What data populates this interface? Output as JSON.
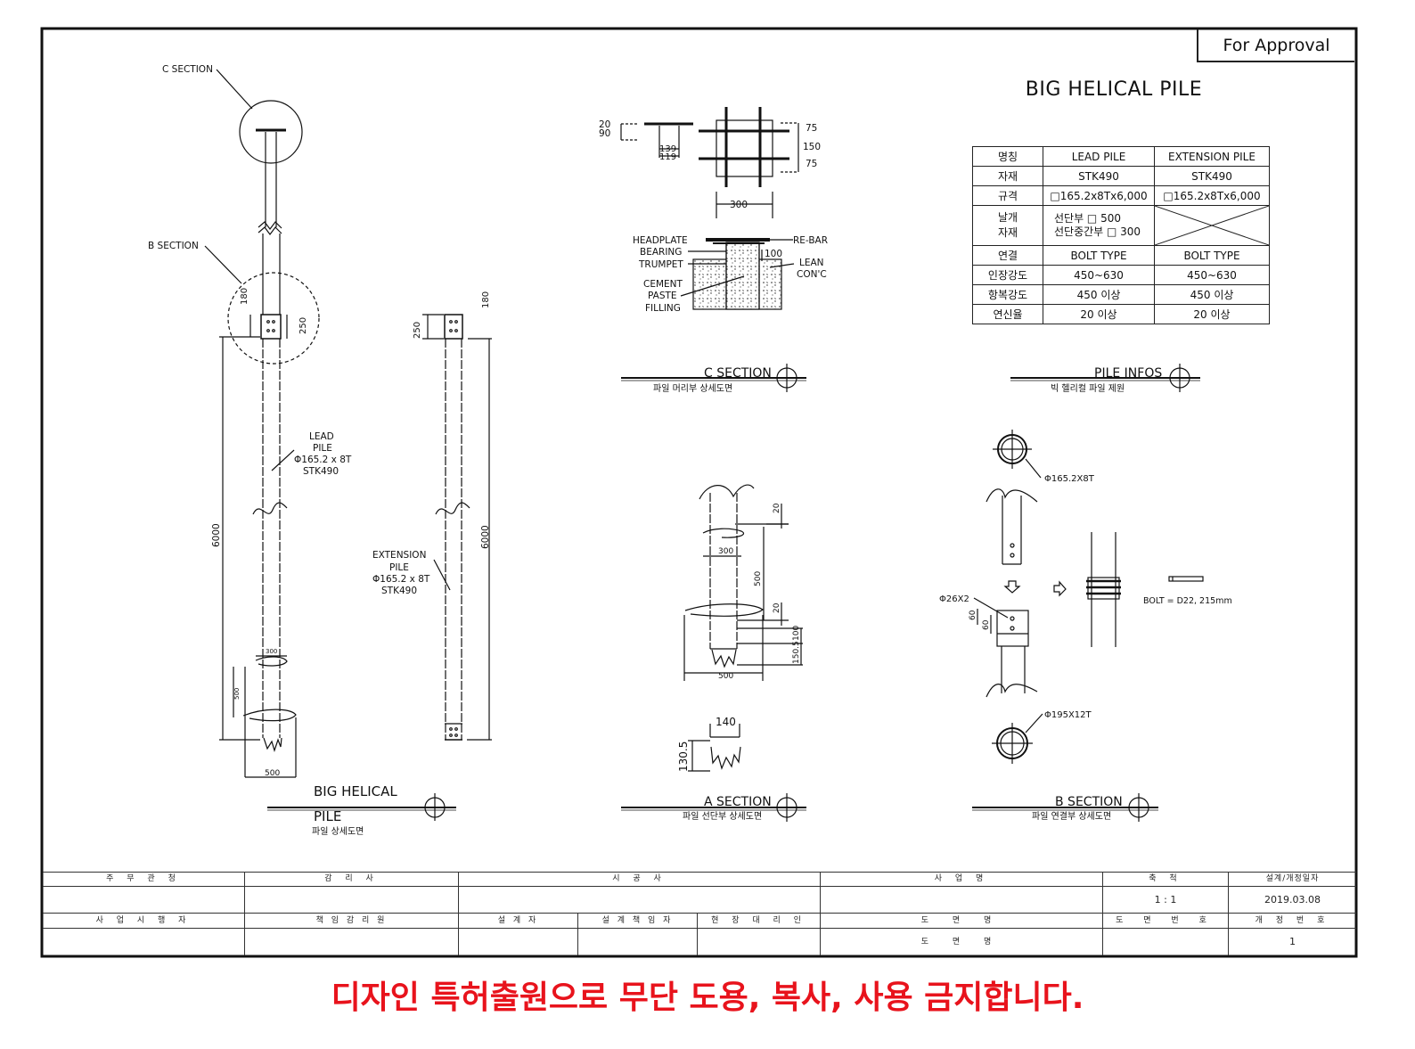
{
  "approval_label": "For Approval",
  "pile_title": "BIG HELICAL PILE",
  "spec_table": {
    "headers": [
      "명칭",
      "LEAD PILE",
      "EXTENSION PILE"
    ],
    "rows": [
      {
        "label": "자재",
        "lead": "STK490",
        "ext": "STK490"
      },
      {
        "label": "규격",
        "lead": "□165.2x8Tx6,000",
        "ext": "□165.2x8Tx6,000"
      },
      {
        "label": "날개\n자재",
        "lead": "선단부 □ 500\n선단중간부 □ 300",
        "ext": ""
      },
      {
        "label": "연결",
        "lead": "BOLT TYPE",
        "ext": "BOLT TYPE"
      },
      {
        "label": "인장강도",
        "lead": "450~630",
        "ext": "450~630"
      },
      {
        "label": "항복강도",
        "lead": "450 이상",
        "ext": "450 이상"
      },
      {
        "label": "연신율",
        "lead": "20 이상",
        "ext": "20 이상"
      }
    ]
  },
  "pile_view": {
    "c_section_label": "C SECTION",
    "b_section_label": "B SECTION",
    "lead_pile_note": [
      "LEAD",
      "PILE",
      "Φ165.2 x 8T",
      "STK490"
    ],
    "extension_pile_note": [
      "EXTENSION",
      "PILE",
      "Φ165.2 x 8T",
      "STK490"
    ],
    "dim_6000": "6000",
    "dim_180": "180",
    "dim_250": "250",
    "dim_500": "500",
    "dim_300": "300",
    "title_1": "BIG HELICAL",
    "title_2": "PILE",
    "subtitle": "파일 상세도면"
  },
  "c_section": {
    "dims": {
      "d20": "20",
      "d90": "90",
      "d139": "139",
      "d119": "119",
      "d75a": "75",
      "d150": "150",
      "d75b": "75",
      "d300": "300",
      "d100": "100"
    },
    "labels": {
      "headplate": "HEADPLATE",
      "bearing": "BEARING",
      "trumpet": "TRUMPET",
      "rebar": "RE-BAR",
      "lean": "LEAN",
      "leancon": "CON'C",
      "cement": "CEMENT",
      "paste": "PASTE",
      "filling": "FILLING"
    },
    "title": "C SECTION",
    "subtitle": "파일 머리부 상세도면"
  },
  "pile_infos": {
    "title": "PILE INFOS",
    "subtitle": "빅 헬리컬 파일 제원"
  },
  "a_section": {
    "dims": {
      "d20a": "20",
      "d300": "300",
      "d500v": "500",
      "d20b": "20",
      "d100": "100",
      "d1505": "150.5",
      "d500h": "500",
      "d140": "140",
      "d1305": "130.5"
    },
    "title": "A SECTION",
    "subtitle": "파일 선단부 상세도면"
  },
  "b_section": {
    "labels": {
      "phi1652": "Φ165.2X8T",
      "phi26": "Φ26X2",
      "d60a": "60",
      "d60b": "60",
      "bolt": "BOLT = D22, 215mm",
      "phi195": "Φ195X12T"
    },
    "title": "B SECTION",
    "subtitle": "파일 연결부 상세도면"
  },
  "title_block": {
    "row1_headers": [
      "주 무 관 청",
      "감 리 사",
      "시 공 사",
      "사 업 명",
      "축 척",
      "설계/개정일자"
    ],
    "scale": "1 : 1",
    "date": "2019.03.08",
    "row2_headers": [
      "사 업 시 행 자",
      "책 임 감 리 원",
      "설 계 자",
      "설 계 책 임 자",
      "현 장 대 리 인",
      "도 면 명",
      "도 면 번 호",
      "개 정 번 호"
    ],
    "drawing_name": "도 면 명",
    "revision": "1"
  },
  "warning": "디자인 특허출원으로 무단 도용, 복사, 사용 금지합니다."
}
